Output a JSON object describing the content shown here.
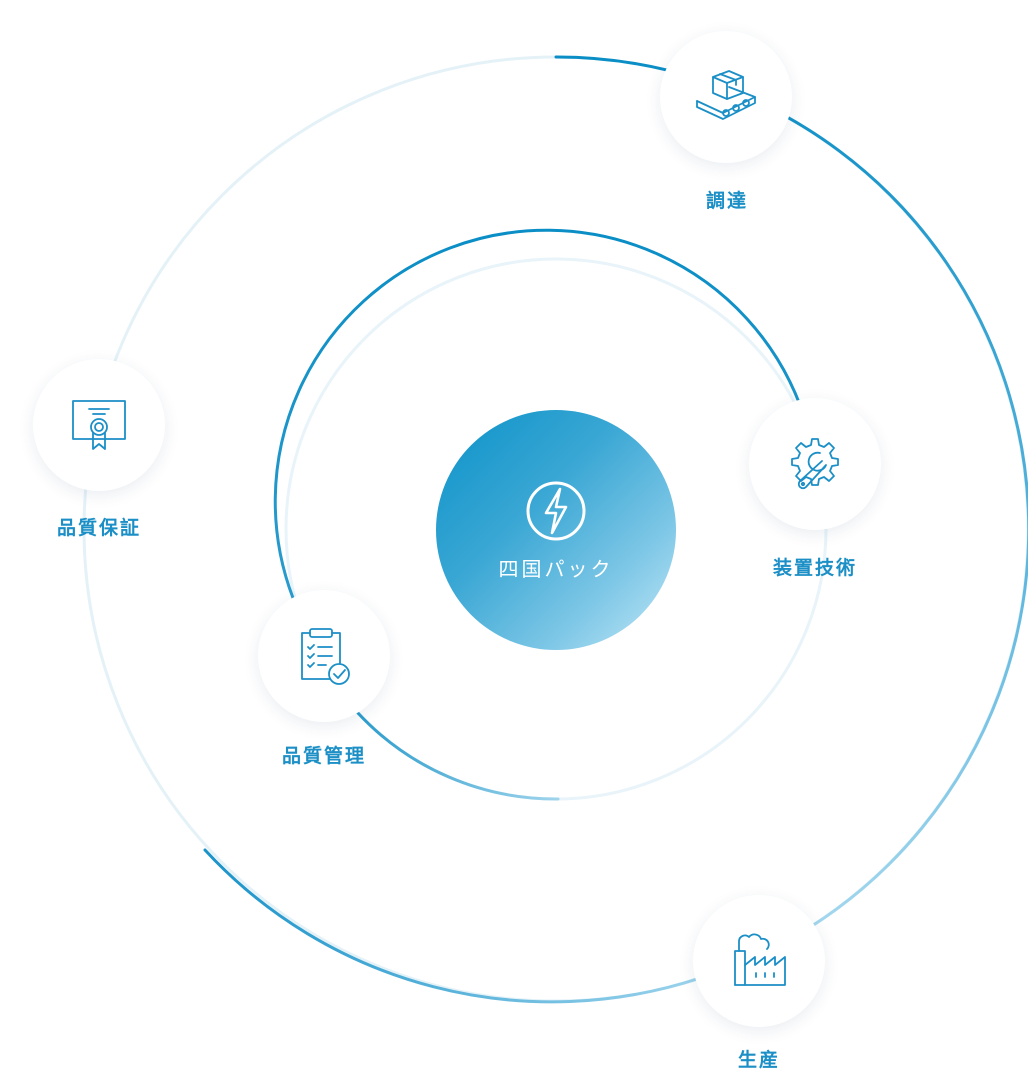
{
  "center": {
    "label": "四国パック",
    "icon": "lightning-icon"
  },
  "nodes": [
    {
      "id": "procurement",
      "label": "調達",
      "icon": "conveyor-box-icon"
    },
    {
      "id": "equipment",
      "label": "装置技術",
      "icon": "wrench-gear-icon"
    },
    {
      "id": "qa",
      "label": "品質保証",
      "icon": "certificate-icon"
    },
    {
      "id": "qc",
      "label": "品質管理",
      "icon": "clipboard-check-icon"
    },
    {
      "id": "production",
      "label": "生産",
      "icon": "factory-icon"
    }
  ],
  "colors": {
    "accent": "#0a8ec5",
    "accent_light": "#88cbe6",
    "ring_faint": "#e6f3f9",
    "label": "#1b8fc6",
    "icon": "#1b8fc6"
  }
}
